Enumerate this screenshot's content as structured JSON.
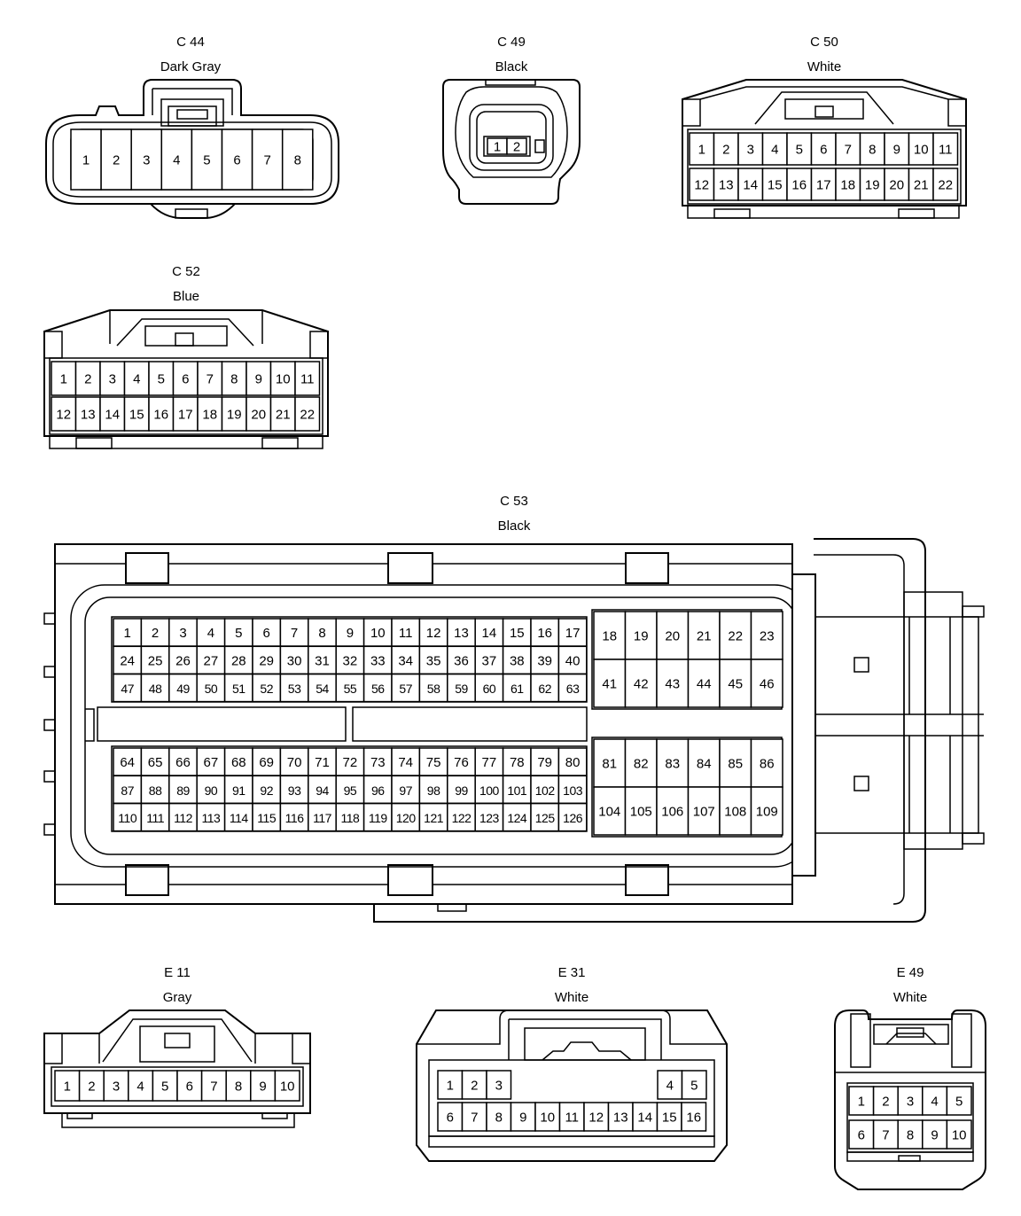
{
  "connectors": {
    "c44": {
      "code": "C 44",
      "color": "Dark Gray",
      "pins": [
        "1",
        "2",
        "3",
        "4",
        "5",
        "6",
        "7",
        "8"
      ]
    },
    "c49": {
      "code": "C 49",
      "color": "Black",
      "pins": [
        "1",
        "2"
      ]
    },
    "c50": {
      "code": "C 50",
      "color": "White",
      "rows": [
        [
          "1",
          "2",
          "3",
          "4",
          "5",
          "6",
          "7",
          "8",
          "9",
          "10",
          "11"
        ],
        [
          "12",
          "13",
          "14",
          "15",
          "16",
          "17",
          "18",
          "19",
          "20",
          "21",
          "22"
        ]
      ]
    },
    "c52": {
      "code": "C 52",
      "color": "Blue",
      "rows": [
        [
          "1",
          "2",
          "3",
          "4",
          "5",
          "6",
          "7",
          "8",
          "9",
          "10",
          "11"
        ],
        [
          "12",
          "13",
          "14",
          "15",
          "16",
          "17",
          "18",
          "19",
          "20",
          "21",
          "22"
        ]
      ]
    },
    "c53": {
      "code": "C 53",
      "color": "Black",
      "top_left_rows": [
        [
          "1",
          "2",
          "3",
          "4",
          "5",
          "6",
          "7",
          "8",
          "9",
          "10",
          "11",
          "12",
          "13",
          "14",
          "15",
          "16",
          "17"
        ],
        [
          "24",
          "25",
          "26",
          "27",
          "28",
          "29",
          "30",
          "31",
          "32",
          "33",
          "34",
          "35",
          "36",
          "37",
          "38",
          "39",
          "40"
        ],
        [
          "47",
          "48",
          "49",
          "50",
          "51",
          "52",
          "53",
          "54",
          "55",
          "56",
          "57",
          "58",
          "59",
          "60",
          "61",
          "62",
          "63"
        ]
      ],
      "top_right_rows": [
        [
          "18",
          "19",
          "20",
          "21",
          "22",
          "23"
        ],
        [
          "41",
          "42",
          "43",
          "44",
          "45",
          "46"
        ]
      ],
      "bottom_left_rows": [
        [
          "64",
          "65",
          "66",
          "67",
          "68",
          "69",
          "70",
          "71",
          "72",
          "73",
          "74",
          "75",
          "76",
          "77",
          "78",
          "79",
          "80"
        ],
        [
          "87",
          "88",
          "89",
          "90",
          "91",
          "92",
          "93",
          "94",
          "95",
          "96",
          "97",
          "98",
          "99",
          "100",
          "101",
          "102",
          "103"
        ],
        [
          "110",
          "111",
          "112",
          "113",
          "114",
          "115",
          "116",
          "117",
          "118",
          "119",
          "120",
          "121",
          "122",
          "123",
          "124",
          "125",
          "126"
        ]
      ],
      "bottom_right_rows": [
        [
          "81",
          "82",
          "83",
          "84",
          "85",
          "86"
        ],
        [
          "104",
          "105",
          "106",
          "107",
          "108",
          "109"
        ]
      ]
    },
    "e11": {
      "code": "E 11",
      "color": "Gray",
      "pins": [
        "1",
        "2",
        "3",
        "4",
        "5",
        "6",
        "7",
        "8",
        "9",
        "10"
      ]
    },
    "e31": {
      "code": "E 31",
      "color": "White",
      "top_pins": [
        "1",
        "2",
        "3",
        "4",
        "5"
      ],
      "bottom_pins": [
        "6",
        "7",
        "8",
        "9",
        "10",
        "11",
        "12",
        "13",
        "14",
        "15",
        "16"
      ]
    },
    "e49": {
      "code": "E 49",
      "color": "White",
      "rows": [
        [
          "1",
          "2",
          "3",
          "4",
          "5"
        ],
        [
          "6",
          "7",
          "8",
          "9",
          "10"
        ]
      ]
    }
  }
}
